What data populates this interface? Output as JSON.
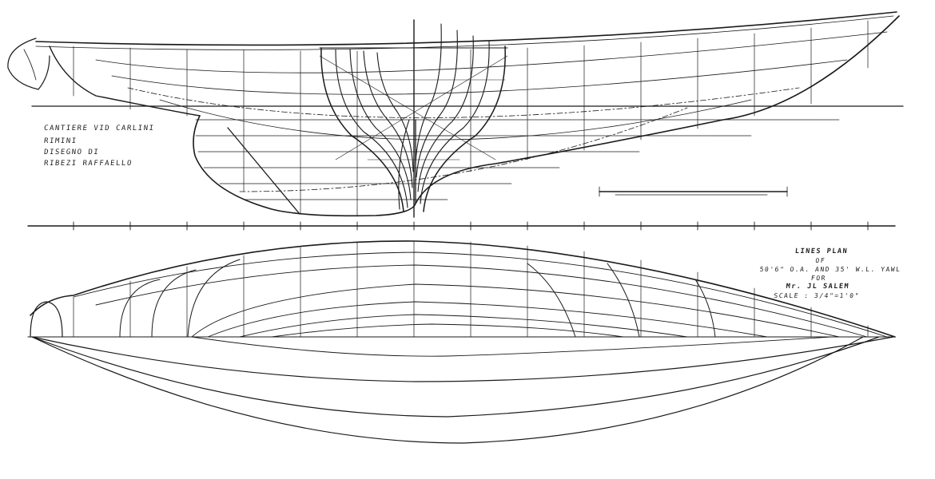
{
  "yard": {
    "line1": "CANTIERE VID CARLINI",
    "line2": "RIMINI",
    "line3": "DISEGNO DI",
    "line4": "RIBEZI RAFFAELLO"
  },
  "title_block": {
    "line1": "LINES PLAN",
    "line2": "OF",
    "line3": "50'6\" O.A. AND 35' W.L. YAWL",
    "line4": "FOR",
    "line5": "Mr. JL SALEM",
    "line6": "SCALE : 3/4\"=1'0\""
  },
  "ink_color": "#1a1a1a"
}
